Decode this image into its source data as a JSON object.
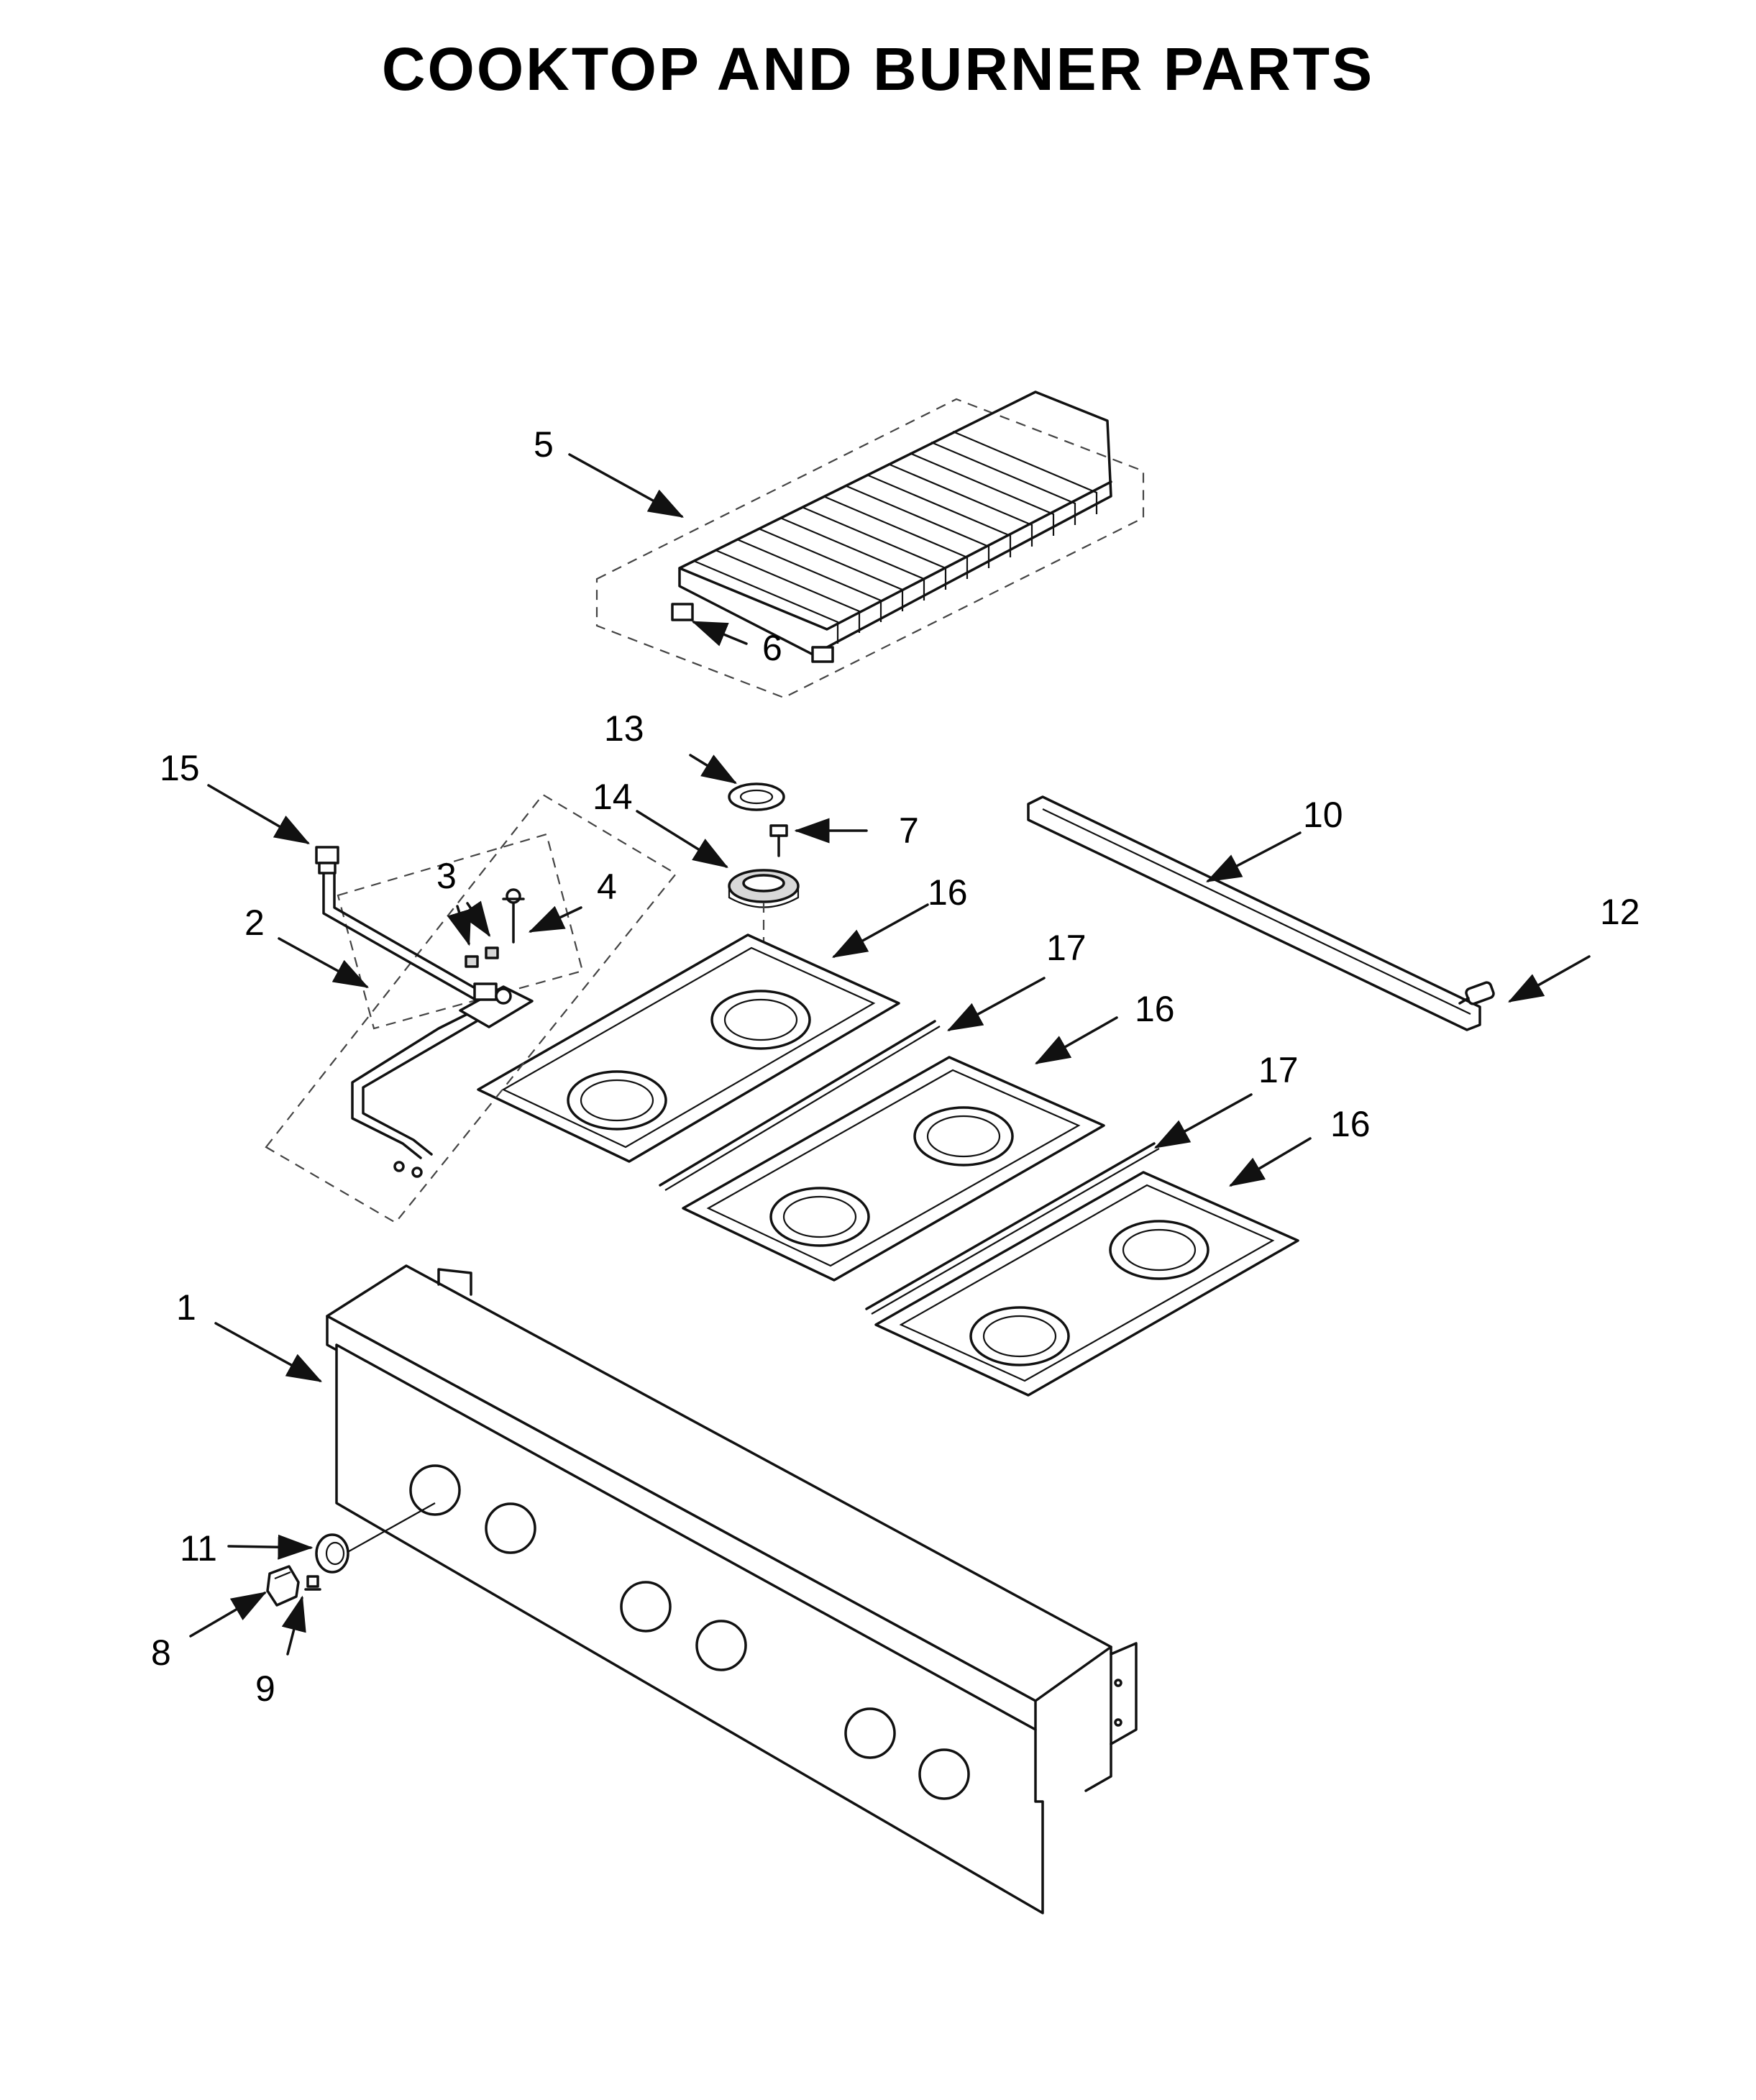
{
  "title": "COOKTOP AND BURNER PARTS",
  "callouts": [
    "1",
    "2",
    "3",
    "4",
    "5",
    "6",
    "7",
    "8",
    "9",
    "10",
    "11",
    "12",
    "13",
    "14",
    "15",
    "16",
    "16",
    "16",
    "17",
    "17"
  ],
  "colors": {
    "line": "#111111",
    "background": "#ffffff"
  }
}
